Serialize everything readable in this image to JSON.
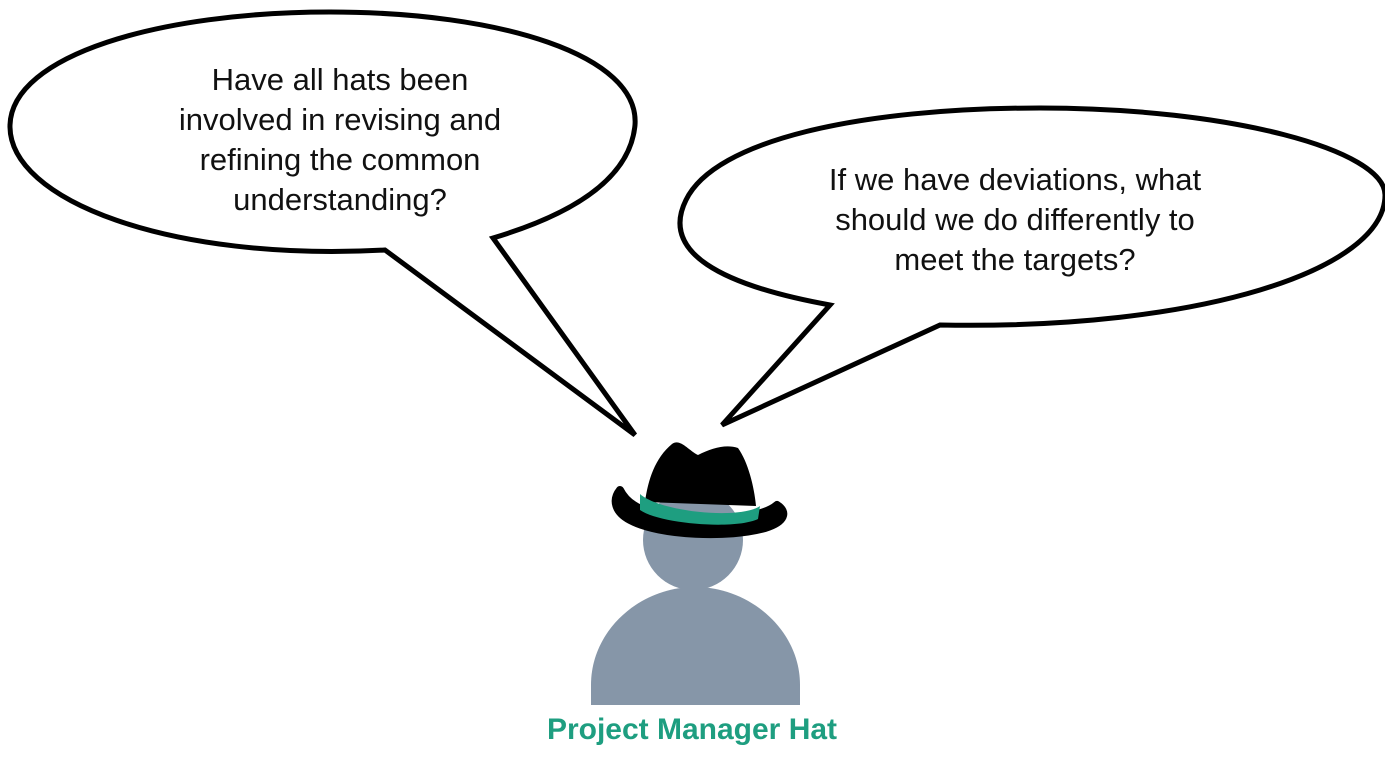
{
  "bubbles": {
    "left": {
      "text": "Have all hats been\ninvolved in revising and\nrefining the common\nunderstanding?"
    },
    "right": {
      "text": "If we have deviations, what\nshould we do differently to\nmeet the targets?"
    }
  },
  "person": {
    "caption": "Project Manager Hat",
    "icons": [
      "speech-bubble-icon",
      "fedora-hat-icon",
      "person-silhouette-icon"
    ]
  },
  "colors": {
    "caption": "#1e9e80",
    "hat": "#000000",
    "hat_band": "#1e9e80",
    "person": "#8696a8",
    "bubble_fill": "#ffffff",
    "bubble_stroke": "#000000"
  }
}
